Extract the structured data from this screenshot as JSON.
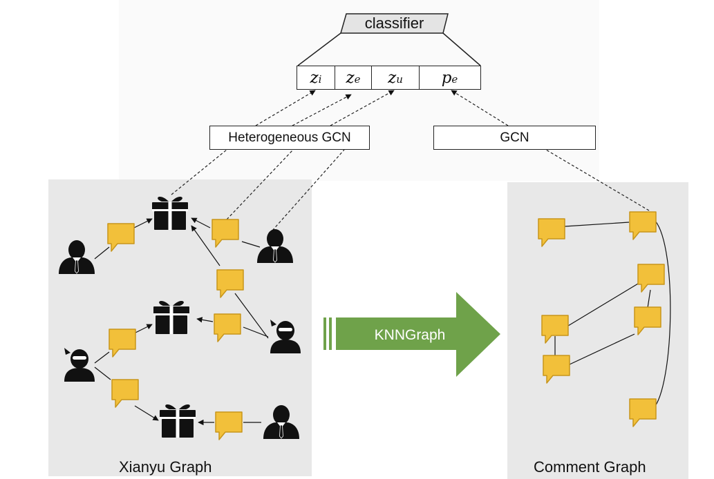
{
  "top": {
    "classifier_label": "classifier",
    "vector_cells": [
      {
        "base": "z",
        "sub": "i"
      },
      {
        "base": "z",
        "sub": "e"
      },
      {
        "base": "z",
        "sub": "u"
      },
      {
        "base": "p",
        "sub": "e"
      }
    ]
  },
  "encoders": {
    "hetero_gcn": "Heterogeneous GCN",
    "gcn": "GCN"
  },
  "arrow": {
    "label": "KNNGraph",
    "color": "#6fa24a"
  },
  "panels": {
    "left_title": "Xianyu Graph",
    "right_title": "Comment Graph"
  },
  "colors": {
    "comment": "#f2c03a",
    "comment_border": "#c7951a",
    "panel_bg": "#e8e8e8",
    "icon": "#111111"
  }
}
